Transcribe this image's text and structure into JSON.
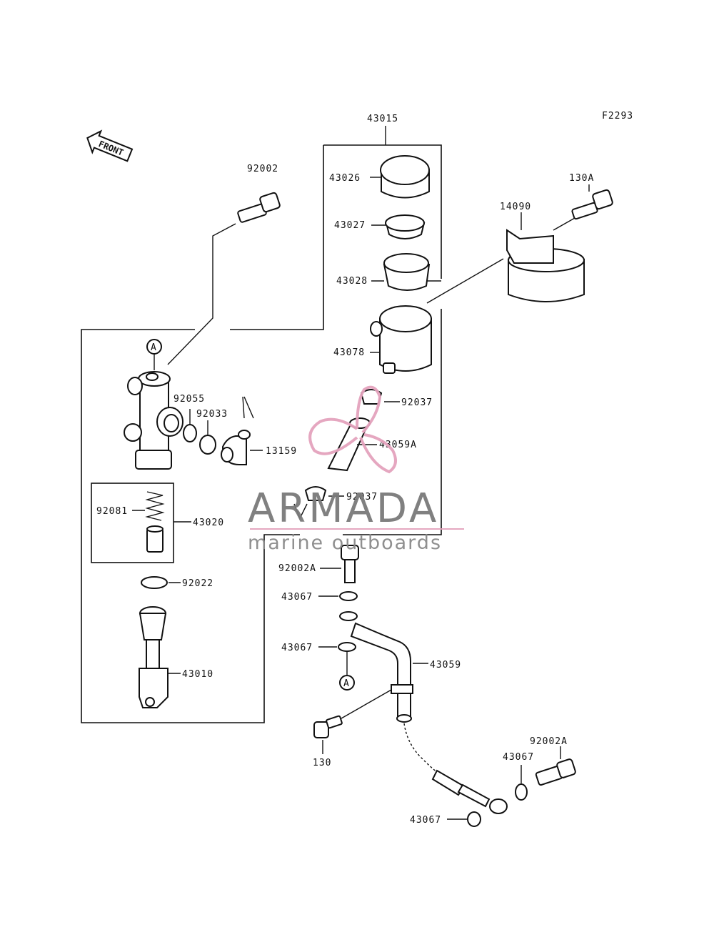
{
  "figure_code": "F2293",
  "front_label": "FRONT",
  "ref_marker": "A",
  "labels": {
    "p43015": "43015",
    "p43026": "43026",
    "p43027": "43027",
    "p43028": "43028",
    "p43078": "43078",
    "p92037a": "92037",
    "p43059A": "43059A",
    "p92037b": "92037",
    "p92002": "92002",
    "p92055": "92055",
    "p92033": "92033",
    "p13159": "13159",
    "p92081": "92081",
    "p43020": "43020",
    "p92022": "92022",
    "p43010": "43010",
    "p14090": "14090",
    "p130A": "130A",
    "p92002A_1": "92002A",
    "p43067_1": "43067",
    "p43067_2": "43067",
    "p43059": "43059",
    "p130": "130",
    "p92002A_2": "92002A",
    "p43067_3": "43067",
    "p43067_4": "43067"
  },
  "watermark": {
    "brand": "ARMADA",
    "tagline": "marine outboards",
    "logo_color": "#e4a3bd"
  }
}
